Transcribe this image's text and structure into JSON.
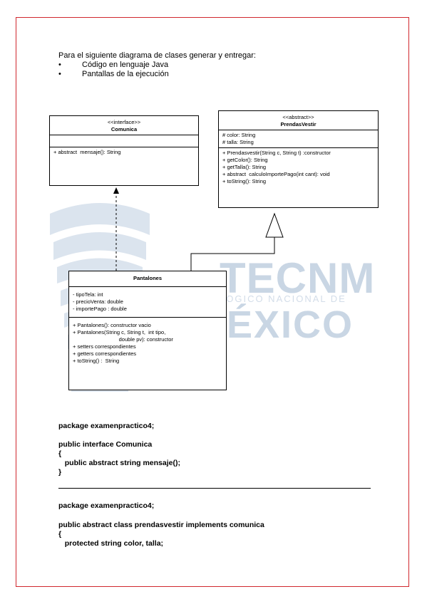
{
  "intro": {
    "heading": "Para el siguiente diagrama de clases generar y entregar:",
    "items": [
      "Código en lenguaje Java",
      "Pantallas de la ejecución"
    ],
    "bullet": "•"
  },
  "watermark": {
    "brand": "TECNM",
    "line1": "LOGICO NACIONAL DE",
    "line2": "ÉXICO",
    "color": "#c9d6e4"
  },
  "comunica": {
    "stereotype": "<<interface>>",
    "name": "Comunica",
    "methods": [
      "+ abstract  mensaje(): String"
    ]
  },
  "prendas": {
    "stereotype": "<<abstract>>",
    "name": "PrendasVestir",
    "attributes": [
      "# color: String",
      "# talla: String"
    ],
    "methods": [
      "+ Prendasvestir(String c, String t) :constructor",
      "+ getColor(): String",
      "+ getTalla(): String",
      "+ abstract  calculoImportePago(int cant): void",
      "+ toString(): String"
    ]
  },
  "pantalones": {
    "name": "Pantalones",
    "attributes": [
      "- tipoTela: int",
      "- precioVenta: double",
      "- importePago : double"
    ],
    "methods": [
      "+ Pantalones(): constructor vacio",
      "+ Pantalones(String c, String t,  int tipo,",
      "                               double pv): constructor",
      "+ setters correspondientes",
      "+ getters correspondientes",
      "+ toString() :  String"
    ]
  },
  "code1": {
    "line1": "package examenpractico4;",
    "line2": "public interface Comunica",
    "line3": "{",
    "line4": "   public abstract string mensaje();",
    "line5": "}"
  },
  "code2": {
    "line1": "package examenpractico4;",
    "line2": "public abstract class prendasvestir implements comunica",
    "line3": "{",
    "line4": "   protected string color, talla;"
  }
}
